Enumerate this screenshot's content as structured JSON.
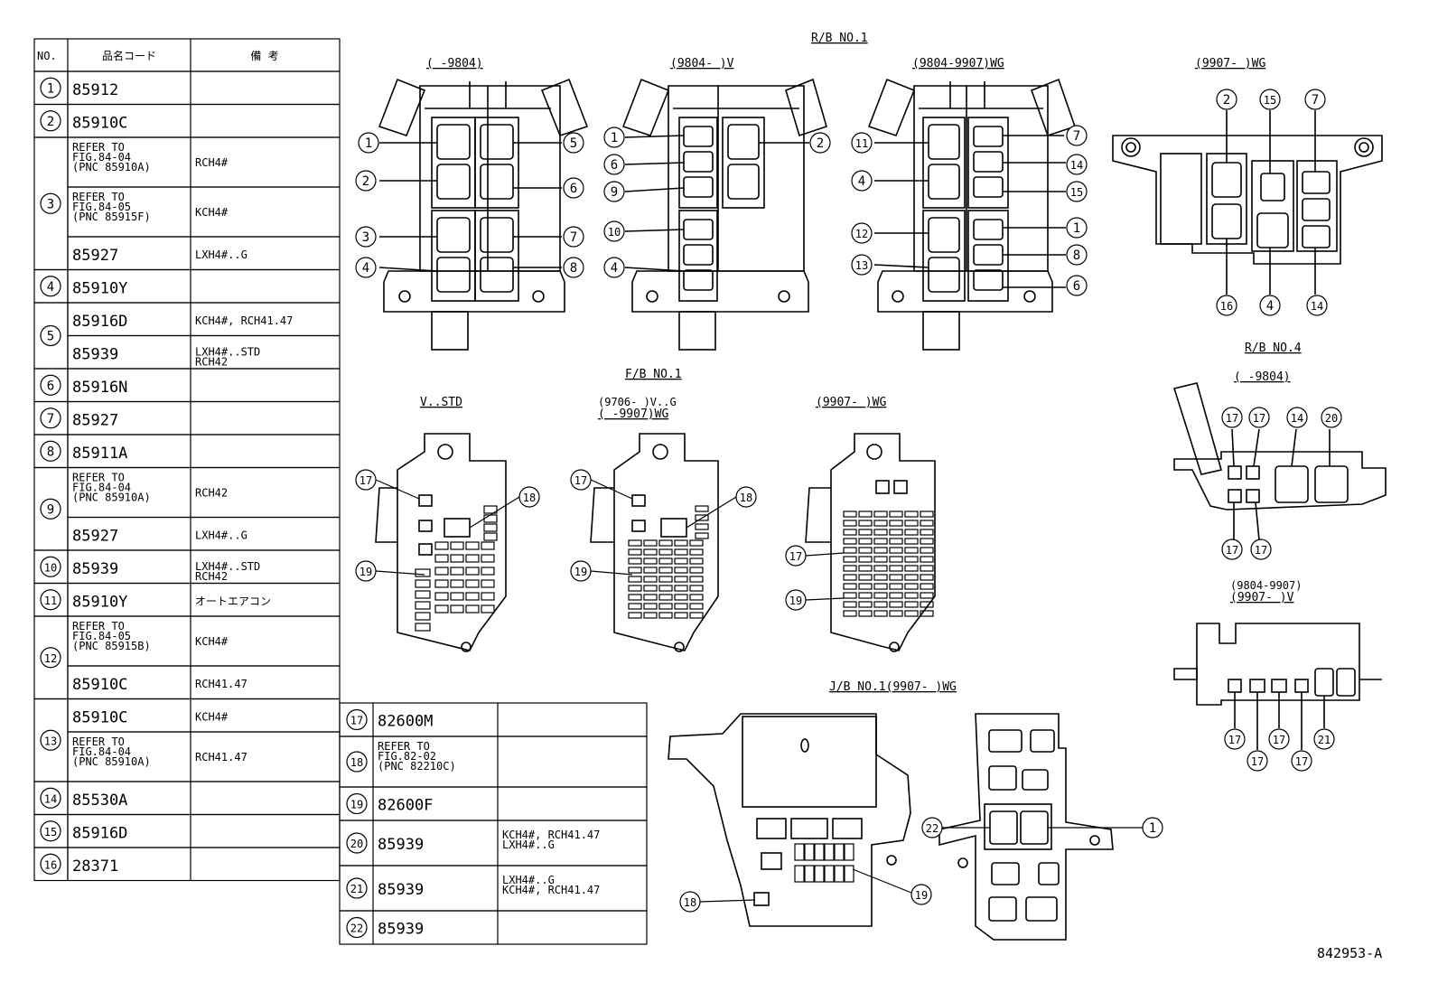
{
  "table_header": {
    "no": "NO.",
    "code": "品名コード",
    "remarks": "備 考"
  },
  "rows": [
    {
      "no": "1",
      "entries": [
        {
          "code": [
            "85912"
          ],
          "remark": []
        }
      ]
    },
    {
      "no": "2",
      "entries": [
        {
          "code": [
            "85910C"
          ],
          "remark": []
        }
      ]
    },
    {
      "no": "3",
      "entries": [
        {
          "code": [
            "REFER TO",
            "FIG.84-04",
            "(PNC 85910A)"
          ],
          "remark": [
            "RCH4#"
          ]
        },
        {
          "code": [
            "REFER TO",
            "FIG.84-05",
            "(PNC 85915F)"
          ],
          "remark": [
            "KCH4#"
          ]
        },
        {
          "code": [
            "85927"
          ],
          "remark": [
            "LXH4#..G"
          ]
        }
      ]
    },
    {
      "no": "4",
      "entries": [
        {
          "code": [
            "85910Y"
          ],
          "remark": []
        }
      ]
    },
    {
      "no": "5",
      "entries": [
        {
          "code": [
            "85916D"
          ],
          "remark": [
            "KCH4#, RCH41.47"
          ]
        },
        {
          "code": [
            "85939"
          ],
          "remark": [
            "LXH4#..STD",
            "RCH42"
          ]
        }
      ]
    },
    {
      "no": "6",
      "entries": [
        {
          "code": [
            "85916N"
          ],
          "remark": []
        }
      ]
    },
    {
      "no": "7",
      "entries": [
        {
          "code": [
            "85927"
          ],
          "remark": []
        }
      ]
    },
    {
      "no": "8",
      "entries": [
        {
          "code": [
            "85911A"
          ],
          "remark": []
        }
      ]
    },
    {
      "no": "9",
      "entries": [
        {
          "code": [
            "REFER TO",
            "FIG.84-04",
            "(PNC 85910A)"
          ],
          "remark": [
            "RCH42"
          ]
        },
        {
          "code": [
            "85927"
          ],
          "remark": [
            "LXH4#..G"
          ]
        }
      ]
    },
    {
      "no": "10",
      "entries": [
        {
          "code": [
            "85939"
          ],
          "remark": [
            "LXH4#..STD",
            "RCH42"
          ]
        }
      ]
    },
    {
      "no": "11",
      "entries": [
        {
          "code": [
            "85910Y"
          ],
          "remark": [
            "オートエアコン"
          ]
        }
      ]
    },
    {
      "no": "12",
      "entries": [
        {
          "code": [
            "REFER TO",
            "FIG.84-05",
            "(PNC 85915B)"
          ],
          "remark": [
            "KCH4#"
          ]
        },
        {
          "code": [
            "85910C"
          ],
          "remark": [
            "RCH41.47"
          ]
        }
      ]
    },
    {
      "no": "13",
      "entries": [
        {
          "code": [
            "85910C"
          ],
          "remark": [
            "KCH4#"
          ]
        },
        {
          "code": [
            "REFER TO",
            "FIG.84-04",
            "(PNC 85910A)"
          ],
          "remark": [
            "RCH41.47"
          ]
        }
      ]
    },
    {
      "no": "14",
      "entries": [
        {
          "code": [
            "85530A"
          ],
          "remark": []
        }
      ]
    },
    {
      "no": "15",
      "entries": [
        {
          "code": [
            "85916D"
          ],
          "remark": []
        }
      ]
    },
    {
      "no": "16",
      "entries": [
        {
          "code": [
            "28371"
          ],
          "remark": []
        }
      ]
    }
  ],
  "rows2": [
    {
      "no": "17",
      "code": [
        "82600M"
      ],
      "remark": []
    },
    {
      "no": "18",
      "code": [
        "REFER TO",
        "FIG.82-02",
        "(PNC 82210C)"
      ],
      "remark": []
    },
    {
      "no": "19",
      "code": [
        "82600F"
      ],
      "remark": []
    },
    {
      "no": "20",
      "code": [
        "85939"
      ],
      "remark": [
        "KCH4#, RCH41.47",
        "LXH4#..G"
      ]
    },
    {
      "no": "21",
      "code": [
        "85939"
      ],
      "remark": [
        "LXH4#..G",
        "KCH4#, RCH41.47"
      ]
    },
    {
      "no": "22",
      "code": [
        "85939"
      ],
      "remark": []
    }
  ],
  "labels": {
    "rb1": "R/B NO.1",
    "rb1_a": "(     -9804)",
    "rb1_b": "(9804-     )V",
    "rb1_c": "(9804-9907)WG",
    "rb1_d": "(9907-     )WG",
    "fb1": "F/B NO.1",
    "fb1_a": "V..STD",
    "fb1_b1": "(9706-     )V..G",
    "fb1_b2": "(     -9907)WG",
    "fb1_c": "(9907-     )WG",
    "rb4": "R/B NO.4",
    "rb4_a": "(     -9804)",
    "rb4_b1": "(9804-9907)",
    "rb4_b2": "(9907-     )V",
    "jb1": "J/B NO.1(9907-     )WG",
    "fig_id": "842953-A"
  },
  "callouts": {
    "rb1_a": [
      "1",
      "2",
      "3",
      "4",
      "5",
      "6",
      "7",
      "8"
    ],
    "rb1_b": [
      "1",
      "6",
      "9",
      "10",
      "4",
      "2"
    ],
    "rb1_c": [
      "11",
      "4",
      "12",
      "13",
      "7",
      "14",
      "15",
      "1",
      "8",
      "6"
    ],
    "rb1_d": [
      "2",
      "15",
      "7",
      "16",
      "4",
      "14"
    ],
    "fb": [
      "17",
      "18",
      "19"
    ],
    "fb_c": [
      "17",
      "19"
    ],
    "rb4_a": [
      "17",
      "17",
      "14",
      "20",
      "17",
      "17"
    ],
    "rb4_b": [
      "17",
      "17",
      "17",
      "17",
      "21"
    ],
    "jb1": [
      "22",
      "1",
      "18",
      "19"
    ]
  }
}
